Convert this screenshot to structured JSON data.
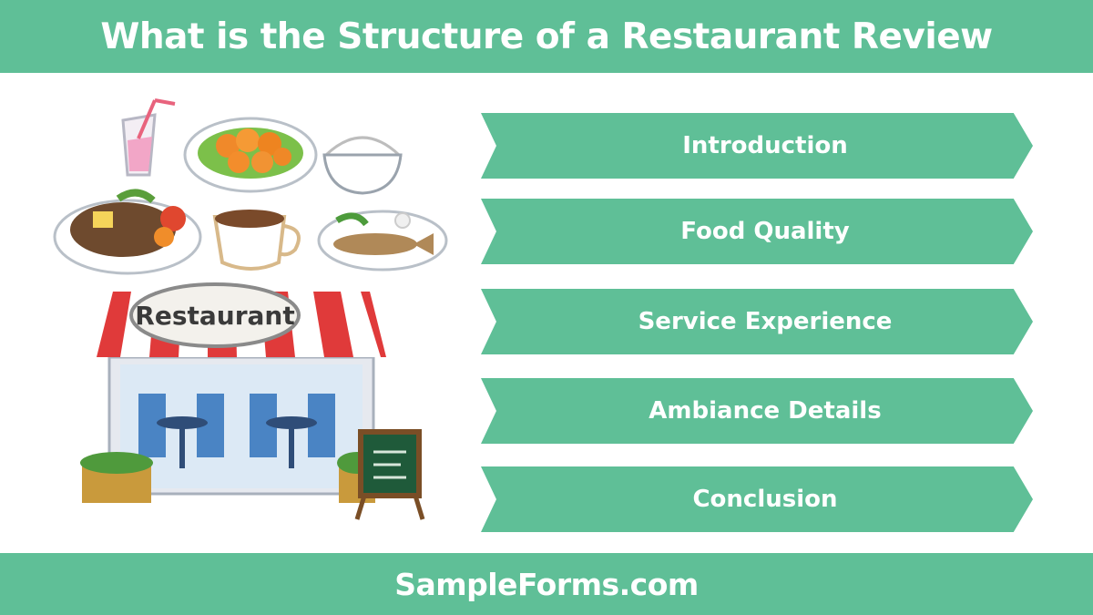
{
  "header": {
    "title": "What is the Structure of a Restaurant Review"
  },
  "illustration": {
    "sign_text": "Restaurant"
  },
  "steps": [
    {
      "label": "Introduction"
    },
    {
      "label": "Food Quality"
    },
    {
      "label": "Service Experience"
    },
    {
      "label": "Ambiance Details"
    },
    {
      "label": "Conclusion"
    }
  ],
  "footer": {
    "brand": "SampleForms.com"
  },
  "colors": {
    "accent": "#5fbf97",
    "awning_red": "#e03a3a",
    "text_on_accent": "#ffffff"
  }
}
